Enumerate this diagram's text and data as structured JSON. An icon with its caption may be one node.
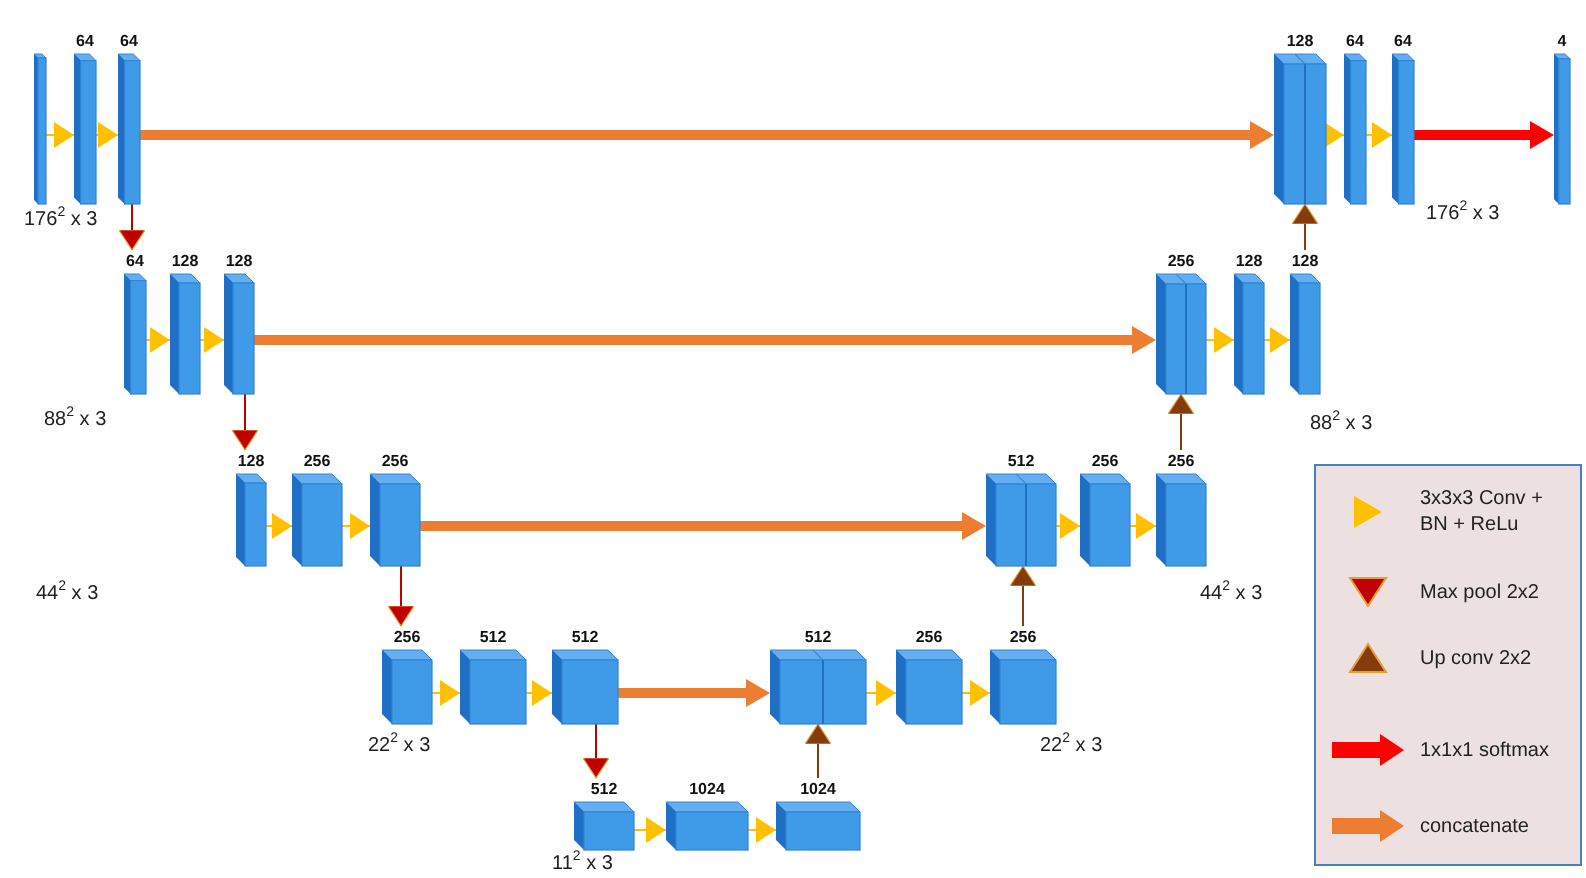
{
  "diagram": {
    "nodes": [
      {
        "text": [],
        "shape": "box"
      },
      {
        "text": [
          "64"
        ]
      },
      {
        "text": [
          "64"
        ]
      },
      {
        "text": [
          "128"
        ]
      },
      {
        "text": [
          "64"
        ]
      },
      {
        "text": [
          "64"
        ]
      },
      {
        "text": [
          "4"
        ]
      },
      {
        "text": [
          "64"
        ]
      },
      {
        "text": [
          "128"
        ]
      },
      {
        "text": [
          "128"
        ]
      },
      {
        "text": [
          "256"
        ]
      },
      {
        "text": [
          "128"
        ]
      },
      {
        "text": [
          "128"
        ]
      },
      {
        "text": [
          "128"
        ]
      },
      {
        "text": [
          "256"
        ]
      },
      {
        "text": [
          "256"
        ]
      },
      {
        "text": [
          "512"
        ]
      },
      {
        "text": [
          "256"
        ]
      },
      {
        "text": [
          "256"
        ]
      },
      {
        "text": [
          "256"
        ]
      },
      {
        "text": [
          "512"
        ]
      },
      {
        "text": [
          "512"
        ]
      },
      {
        "text": [
          "512"
        ]
      },
      {
        "text": [
          "256"
        ]
      },
      {
        "text": [
          "256"
        ]
      },
      {
        "text": [
          "512"
        ]
      },
      {
        "text": [
          "1024"
        ]
      },
      {
        "text": [
          "1024"
        ]
      }
    ],
    "edges": [
      {
        "from": 0,
        "to": 1,
        "arrow": "to"
      },
      {
        "from": 1,
        "to": 2,
        "arrow": "to"
      },
      {
        "from": 2,
        "to": 3,
        "arrow": "to",
        "style": "thick",
        "color": "#ed7d31"
      },
      {
        "from": 3,
        "to": 4,
        "arrow": "to"
      },
      {
        "from": 4,
        "to": 5,
        "arrow": "to"
      },
      {
        "from": 5,
        "to": 6,
        "arrow": "to",
        "style": "thick",
        "color": "#ff0000"
      },
      {
        "from": 2,
        "to": 7,
        "arrow": "to",
        "color": "#c00000"
      },
      {
        "from": 12,
        "to": 3,
        "arrow": "to",
        "color": "#843c0c"
      },
      {
        "from": 7,
        "to": 8,
        "arrow": "to"
      },
      {
        "from": 8,
        "to": 9,
        "arrow": "to"
      },
      {
        "from": 9,
        "to": 10,
        "arrow": "to",
        "style": "thick",
        "color": "#ed7d31"
      },
      {
        "from": 10,
        "to": 11,
        "arrow": "to"
      },
      {
        "from": 11,
        "to": 12,
        "arrow": "to"
      },
      {
        "from": 9,
        "to": 13,
        "arrow": "to",
        "color": "#c00000"
      },
      {
        "from": 18,
        "to": 10,
        "arrow": "to",
        "color": "#843c0c"
      },
      {
        "from": 13,
        "to": 14,
        "arrow": "to"
      },
      {
        "from": 14,
        "to": 15,
        "arrow": "to"
      },
      {
        "from": 15,
        "to": 16,
        "arrow": "to",
        "style": "thick",
        "color": "#ed7d31"
      },
      {
        "from": 16,
        "to": 17,
        "arrow": "to"
      },
      {
        "from": 17,
        "to": 18,
        "arrow": "to"
      },
      {
        "from": 15,
        "to": 19,
        "arrow": "to",
        "color": "#c00000"
      },
      {
        "from": 24,
        "to": 16,
        "arrow": "to",
        "color": "#843c0c"
      },
      {
        "from": 19,
        "to": 20,
        "arrow": "to"
      },
      {
        "from": 20,
        "to": 21,
        "arrow": "to"
      },
      {
        "from": 21,
        "to": 22,
        "arrow": "to",
        "style": "thick",
        "color": "#ed7d31"
      },
      {
        "from": 22,
        "to": 23,
        "arrow": "to"
      },
      {
        "from": 23,
        "to": 24,
        "arrow": "to"
      },
      {
        "from": 21,
        "to": 25,
        "arrow": "to",
        "color": "#c00000"
      },
      {
        "from": 27,
        "to": 22,
        "arrow": "to",
        "color": "#843c0c"
      },
      {
        "from": 25,
        "to": 26,
        "arrow": "to"
      },
      {
        "from": 26,
        "to": 27,
        "arrow": "to"
      }
    ],
    "labels": [
      "176$^{2}$ x 3",
      "176$^{2}$ x 3",
      "88$^{2}$ x 3",
      "88$^{2}$ x 3",
      "44$^{2}$ x 3",
      "44$^{2}$ x 3",
      "22$^{2}$ x 3",
      "22$^{2}$ x 3",
      "11$^{2}$ x 3"
    ],
    "legend": [
      {
        "text": "3x3x3 Conv + BN + ReLu"
      },
      {
        "text": "Max pool 2x2"
      },
      {
        "text": "Up conv 2x2"
      },
      {
        "text": "1x1x1 softmax"
      },
      {
        "text": "concatenate"
      }
    ]
  }
}
